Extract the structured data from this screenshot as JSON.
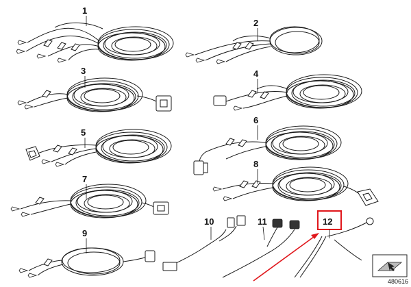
{
  "parts": [
    {
      "id": "p1",
      "label": "1"
    },
    {
      "id": "p2",
      "label": "2"
    },
    {
      "id": "p3",
      "label": "3"
    },
    {
      "id": "p4",
      "label": "4"
    },
    {
      "id": "p5",
      "label": "5"
    },
    {
      "id": "p6",
      "label": "6"
    },
    {
      "id": "p7",
      "label": "7"
    },
    {
      "id": "p8",
      "label": "8"
    },
    {
      "id": "p9",
      "label": "9"
    },
    {
      "id": "p10",
      "label": "10"
    },
    {
      "id": "p11",
      "label": "11"
    },
    {
      "id": "p12",
      "label": "12"
    }
  ],
  "highlight": {
    "part": "12",
    "color": "#e0161b"
  },
  "reference_number": "480616"
}
